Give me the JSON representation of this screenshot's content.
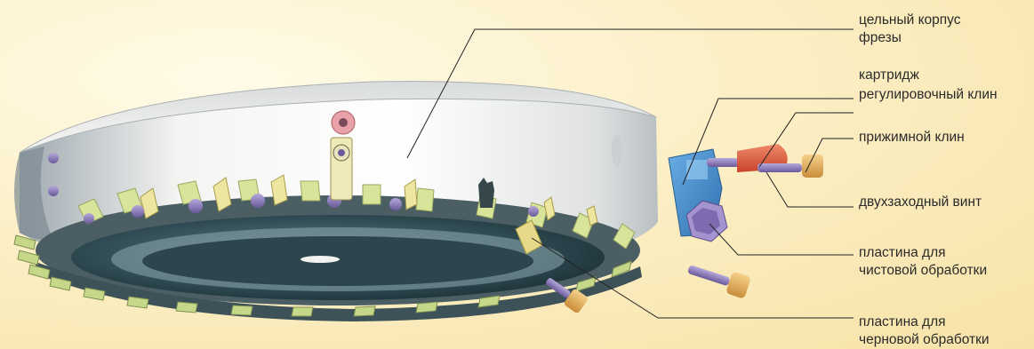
{
  "labels": {
    "body_line1": "цельный корпус",
    "body_line2": "фрезы",
    "cartridge": "картридж",
    "adjusting_wedge": "регулировочный клин",
    "clamping_wedge": "прижимной клин",
    "double_screw": "двухзаходный винт",
    "finishing_line1": "пластина для",
    "finishing_line2": "чистовой обработки",
    "roughing_line1": "пластина для",
    "roughing_line2": "черновой обработки"
  },
  "colors": {
    "background": "#fcefc6",
    "body": "#e6e6e2",
    "cartridge": "#3f86c8",
    "insert": "#7a6aa8",
    "wedge_red": "#e25a3a",
    "wedge_yellow": "#e2b45a",
    "segment": "#cfe08a",
    "leader": "#222222"
  }
}
